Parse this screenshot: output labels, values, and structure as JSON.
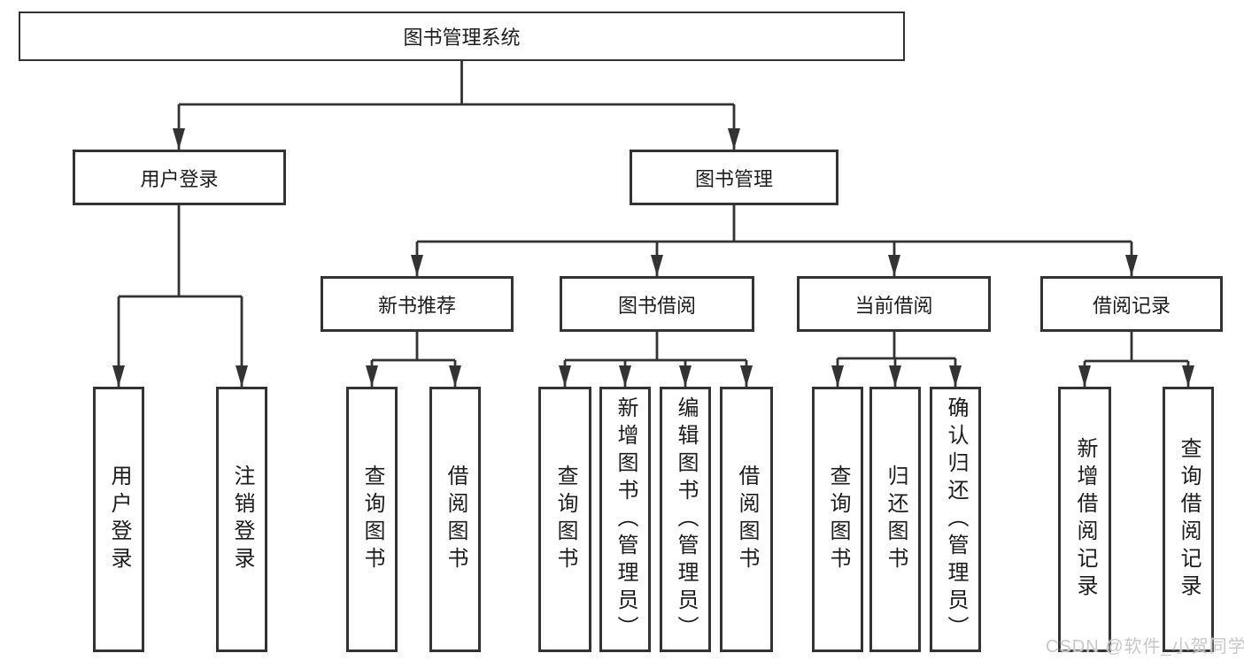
{
  "colors": {
    "line": "#333333",
    "box_bg": "#ffffff",
    "text": "#1c1c1c",
    "watermark": "#c8c8c8"
  },
  "watermark": "CSDN @软件_小贺同学",
  "tree": {
    "root": "图书管理系统",
    "level2": {
      "user_login": "用户登录",
      "book_mgmt": "图书管理"
    },
    "level3": {
      "new_books": "新书推荐",
      "borrowing": "图书借阅",
      "current": "当前借阅",
      "records": "借阅记录"
    },
    "leaves": {
      "user_login": "用户登录",
      "logout": "注销登录",
      "nb_query": "查询图书",
      "nb_borrow": "借阅图书",
      "bb_query": "查询图书",
      "bb_add": "新增图书（管理员）",
      "bb_edit": "编辑图书（管理员）",
      "bb_borrow": "借阅图书",
      "cb_query": "查询图书",
      "cb_return": "归还图书",
      "cb_confirm": "确认归还（管理员）",
      "br_add": "新增借阅记录",
      "br_query": "查询借阅记录"
    }
  },
  "hierarchy": {
    "图书管理系统": {
      "用户登录": [
        "用户登录",
        "注销登录"
      ],
      "图书管理": {
        "新书推荐": [
          "查询图书",
          "借阅图书"
        ],
        "图书借阅": [
          "查询图书",
          "新增图书（管理员）",
          "编辑图书（管理员）",
          "借阅图书"
        ],
        "当前借阅": [
          "查询图书",
          "归还图书",
          "确认归还（管理员）"
        ],
        "借阅记录": [
          "新增借阅记录",
          "查询借阅记录"
        ]
      }
    }
  }
}
